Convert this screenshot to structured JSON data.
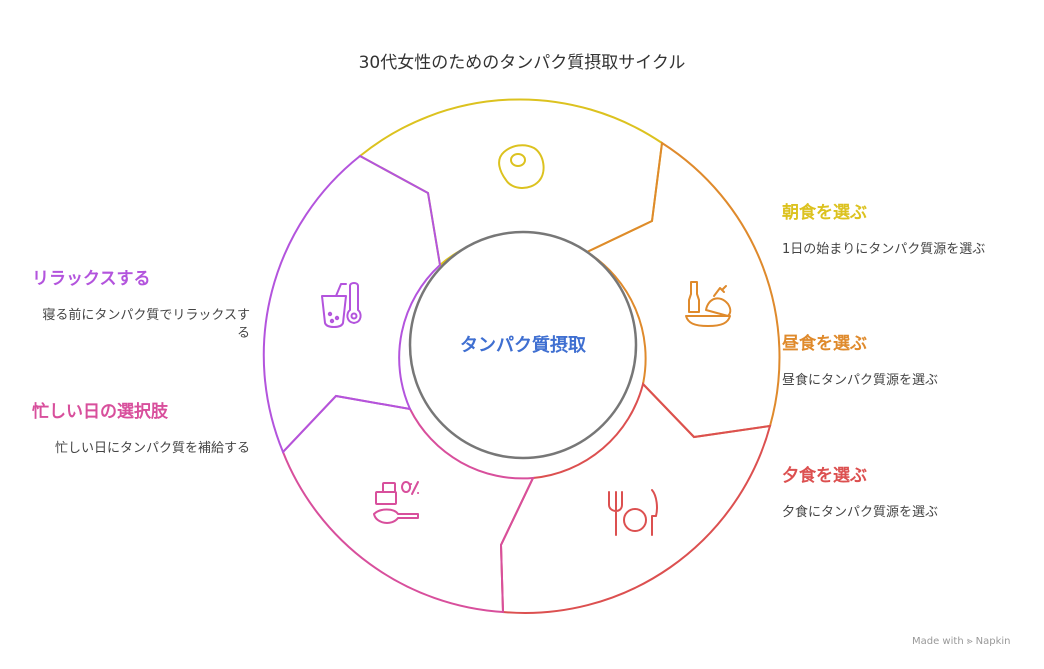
{
  "title": "30代女性のためのタンパク質摂取サイクル",
  "center_label": "タンパク質摂取",
  "colors": {
    "breakfast": "#dcc21f",
    "lunch": "#df8a2c",
    "dinner": "#dc5050",
    "busy": "#d84f9c",
    "relax": "#b354dd",
    "center": "#3f6fd1",
    "hub": "#777777"
  },
  "steps": [
    {
      "title": "朝食を選ぶ",
      "desc": "1日の始まりにタンパク質源を選ぶ",
      "icon": "fried-egg-icon"
    },
    {
      "title": "昼食を選ぶ",
      "desc": "昼食にタンパク質源を選ぶ",
      "icon": "chicken-meal-icon"
    },
    {
      "title": "夕食を選ぶ",
      "desc": "夕食にタンパク質源を選ぶ",
      "icon": "fork-plate-knife-icon"
    },
    {
      "title": "忙しい日の選択肢",
      "desc": "忙しい日にタンパク質を補給する",
      "icon": "protein-scoop-icon"
    },
    {
      "title": "リラックスする",
      "desc": "寝る前にタンパク質でリラックスする",
      "icon": "drink-thermometer-icon"
    }
  ],
  "watermark": "Made with ⪢ Napkin"
}
